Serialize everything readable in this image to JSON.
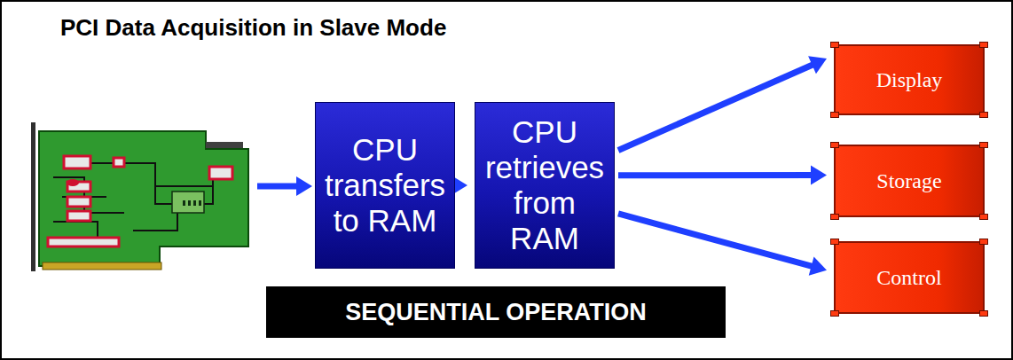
{
  "diagram": {
    "title": "PCI Data Acquisition in Slave Mode",
    "nodes": [
      {
        "text": [
          "CPU transfers to RAM"
        ]
      },
      {
        "text": [
          "CPU retrieves from RAM"
        ]
      },
      {
        "text": [
          "Display"
        ]
      },
      {
        "text": [
          "Storage"
        ]
      },
      {
        "text": [
          "Control"
        ]
      },
      {
        "text": [
          "SEQUENTIAL OPERATION"
        ]
      }
    ],
    "edges": [
      {
        "from": 0,
        "to": 1,
        "arrow": "to"
      },
      {
        "from": 1,
        "to": 2,
        "arrow": "to"
      },
      {
        "from": 1,
        "to": 3,
        "arrow": "to"
      },
      {
        "from": 1,
        "to": 4,
        "arrow": "to"
      }
    ]
  }
}
